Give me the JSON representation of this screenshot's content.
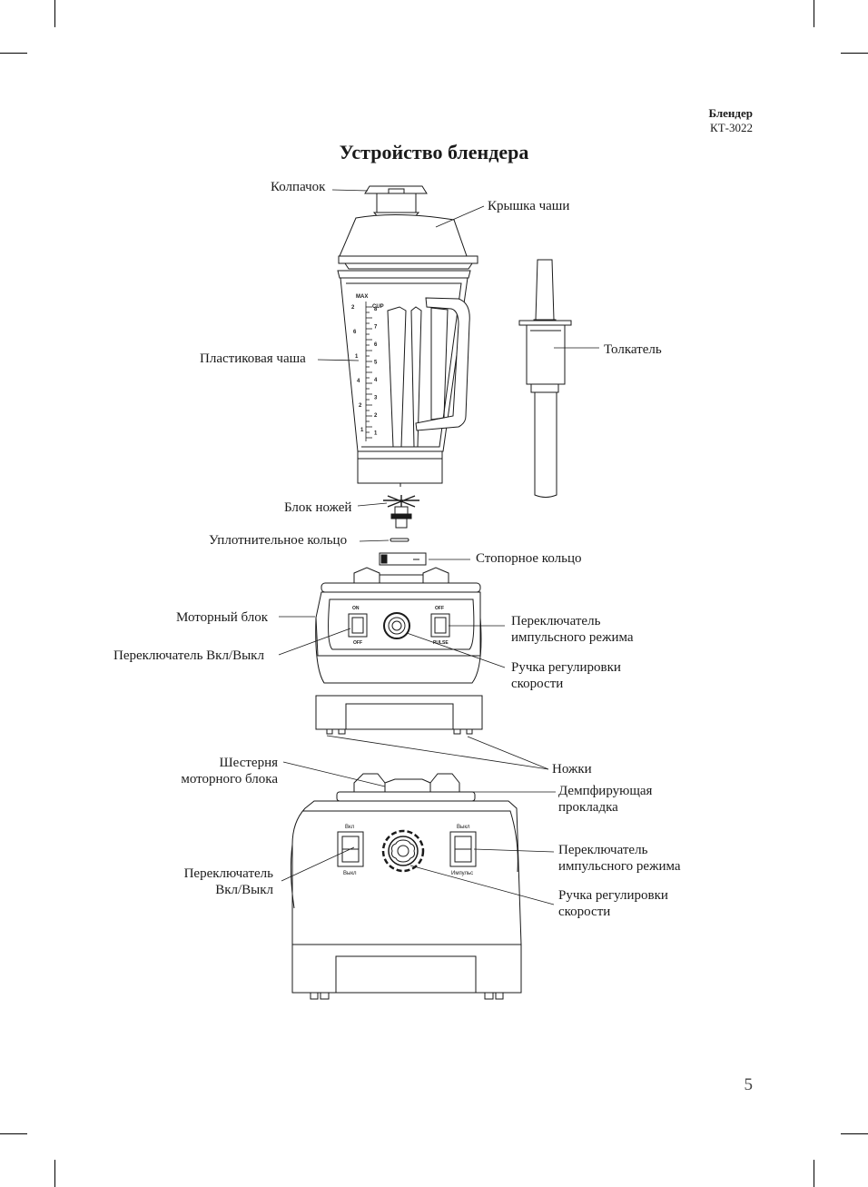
{
  "header": {
    "product": "Блендер",
    "model": "КТ-3022"
  },
  "title": "Устройство блендера",
  "labels": {
    "cap": "Колпачок",
    "lid": "Крышка чаши",
    "jar": "Пластиковая чаша",
    "tamper": "Толкатель",
    "blade": "Блок ножей",
    "seal": "Уплотнительное кольцо",
    "lockring": "Стопорное кольцо",
    "motor": "Моторный блок",
    "onoff1": "Переключатель Вкл/Выкл",
    "pulse1_a": "Переключатель",
    "pulse1_b": "импульсного режима",
    "speed1_a": "Ручка регулировки",
    "speed1_b": "скорости",
    "feet": "Ножки",
    "gear_a": "Шестерня",
    "gear_b": "моторного блока",
    "damp_a": "Демпфирующая",
    "damp_b": "прокладка",
    "onoff2_a": "Переключатель",
    "onoff2_b": "Вкл/Выкл",
    "pulse2_a": "Переключатель",
    "pulse2_b": "импульсного режима",
    "speed2_a": "Ручка регулировки",
    "speed2_b": "скорости"
  },
  "jar_scale": {
    "top": [
      "MAX",
      "CUP"
    ],
    "left": [
      "2",
      "6",
      "1",
      "4",
      "2",
      "1"
    ],
    "right": [
      "8",
      "7",
      "6",
      "5",
      "4",
      "3",
      "2",
      "1"
    ]
  },
  "panel_en": {
    "on": "ON",
    "off": "OFF",
    "off2": "OFF",
    "pulse": "PULSE"
  },
  "panel_ru": {
    "on": "Вкл",
    "off": "Выкл",
    "off2": "Выкл",
    "pulse": "Импульс"
  },
  "page_number": "5"
}
